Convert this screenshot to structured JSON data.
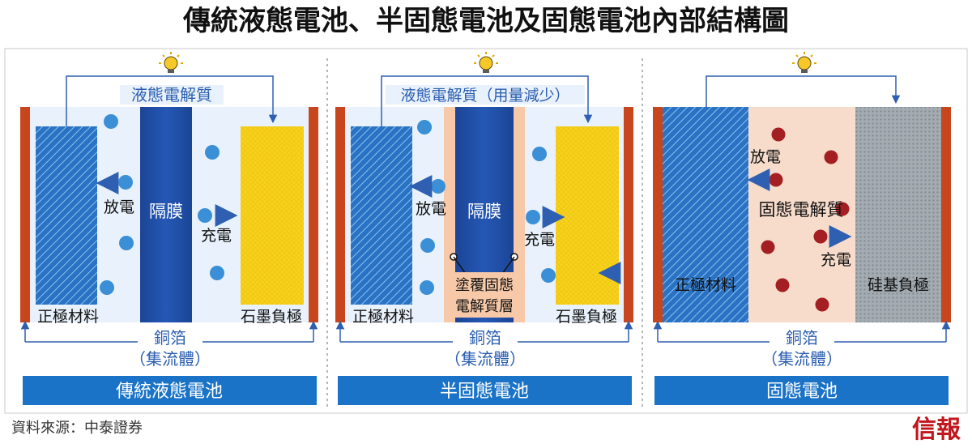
{
  "title": "傳統液態電池、半固態電池及固態電池內部結構圖",
  "source": "資料來源：中泰證券",
  "logo": "信報",
  "icon": "lightbulb-icon",
  "colors": {
    "current_collector": "#c8461e",
    "cathode": "#1f6bbf",
    "separator": "#1f4ea3",
    "anode_graphite": "#f6d21e",
    "anode_silicon": "#9aa3aa",
    "liquid_electrolyte": "#e6f0fb",
    "solid_coating": "#f7c9a8",
    "solid_electrolyte": "#f7dccb",
    "liquid_ion": "#3b8fd6",
    "solid_ion": "#a31f22",
    "label_bar": "#1a73c7",
    "arrow": "#2f5fb0"
  },
  "panels": [
    {
      "name": "traditional-liquid",
      "electrolyte_label": "液態電解質",
      "separator_label": "隔膜",
      "discharge_label": "放電",
      "charge_label": "充電",
      "cathode_label": "正極材料",
      "anode_label": "石墨負極",
      "collector_label": "銅箔",
      "collector_sub_label": "（集流體）",
      "battery_label": "傳統液態電池"
    },
    {
      "name": "semi-solid",
      "electrolyte_label": "液態電解質（用量減少）",
      "separator_label": "隔膜",
      "coating_label_1": "塗覆固態",
      "coating_label_2": "電解質層",
      "discharge_label": "放電",
      "charge_label": "充電",
      "cathode_label": "正極材料",
      "anode_label": "石墨負極",
      "collector_label": "銅箔",
      "collector_sub_label": "（集流體）",
      "battery_label": "半固態電池"
    },
    {
      "name": "solid-state",
      "electrolyte_label": "固態電解質",
      "discharge_label": "放電",
      "charge_label": "充電",
      "cathode_label": "正極材料",
      "anode_label": "硅基負極",
      "collector_label": "銅箔",
      "collector_sub_label": "（集流體）",
      "battery_label": "固態電池"
    }
  ]
}
